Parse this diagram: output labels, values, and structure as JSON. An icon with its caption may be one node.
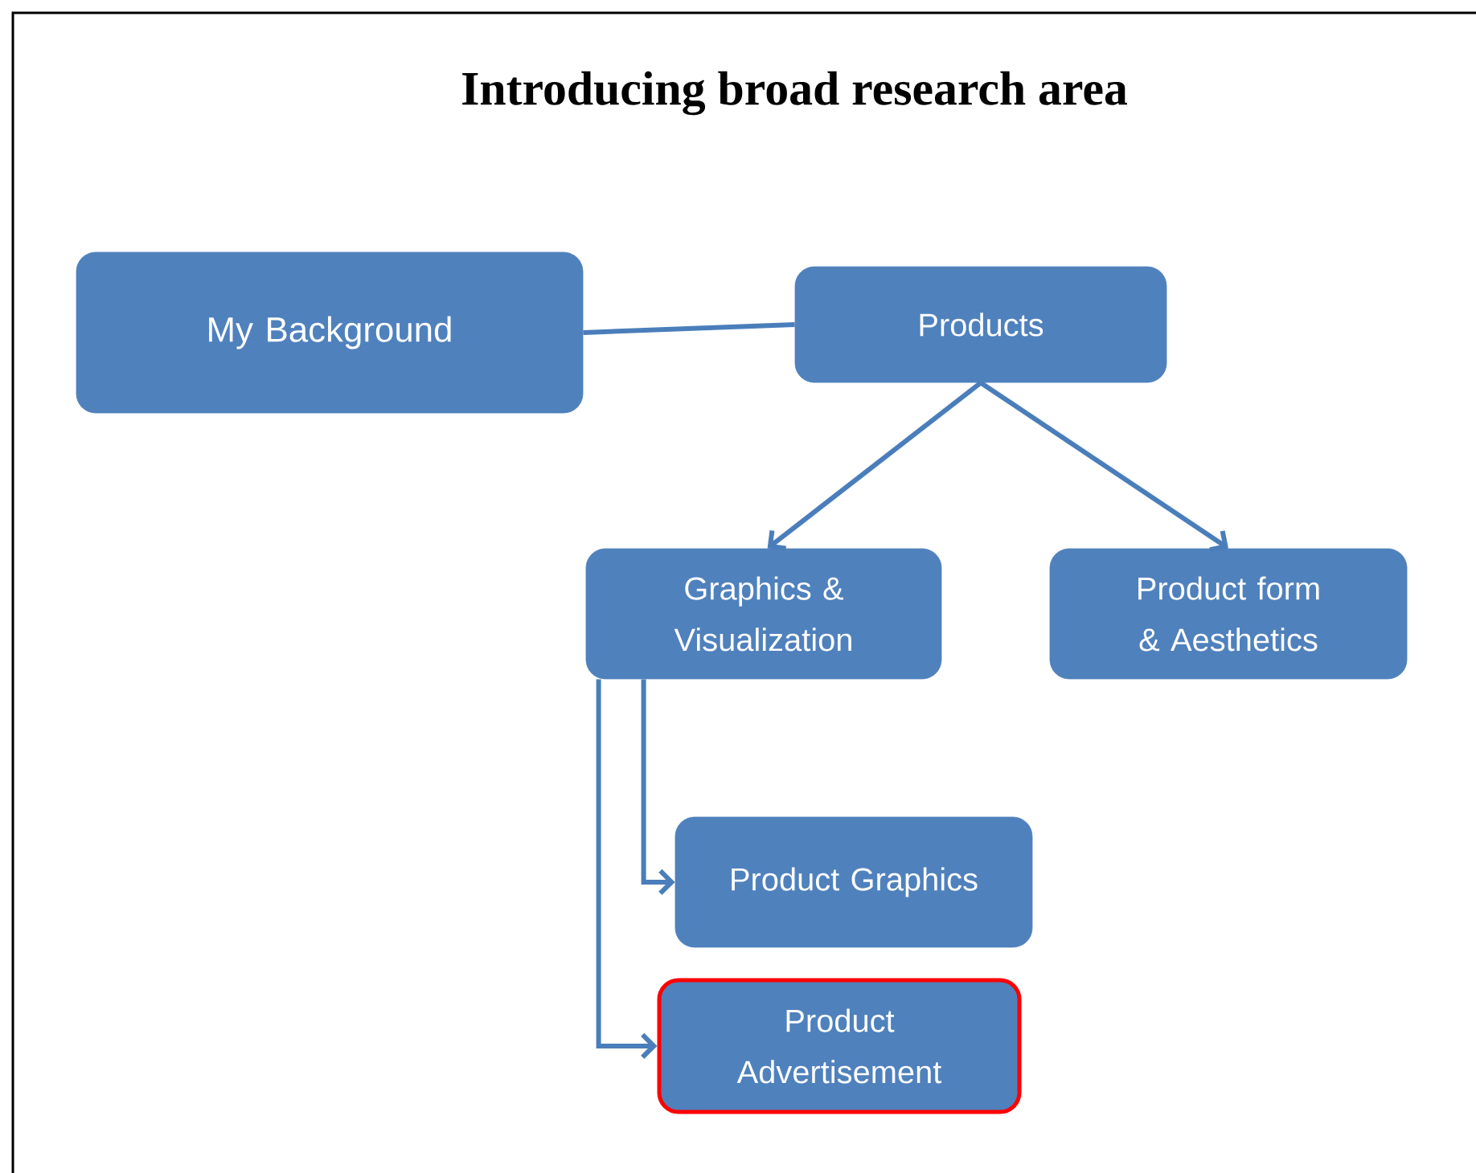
{
  "diagram": {
    "title": "Introducing broad research area",
    "nodes": [
      {
        "text": [
          "My Background"
        ]
      },
      {
        "text": [
          "Products"
        ]
      },
      {
        "text": [
          "Graphics & Visualization"
        ]
      },
      {
        "text": [
          "Product form & Aesthetics"
        ]
      },
      {
        "text": [
          "Product Graphics"
        ]
      },
      {
        "text": [
          "Product Advertisement"
        ]
      }
    ],
    "edges": [
      {
        "from": 0,
        "to": 1,
        "arrow": "none"
      },
      {
        "from": 1,
        "to": 2,
        "arrow": "to"
      },
      {
        "from": 1,
        "to": 3,
        "arrow": "to"
      },
      {
        "from": 2,
        "to": 4,
        "arrow": "to"
      },
      {
        "from": 2,
        "to": 5,
        "arrow": "to"
      }
    ]
  }
}
